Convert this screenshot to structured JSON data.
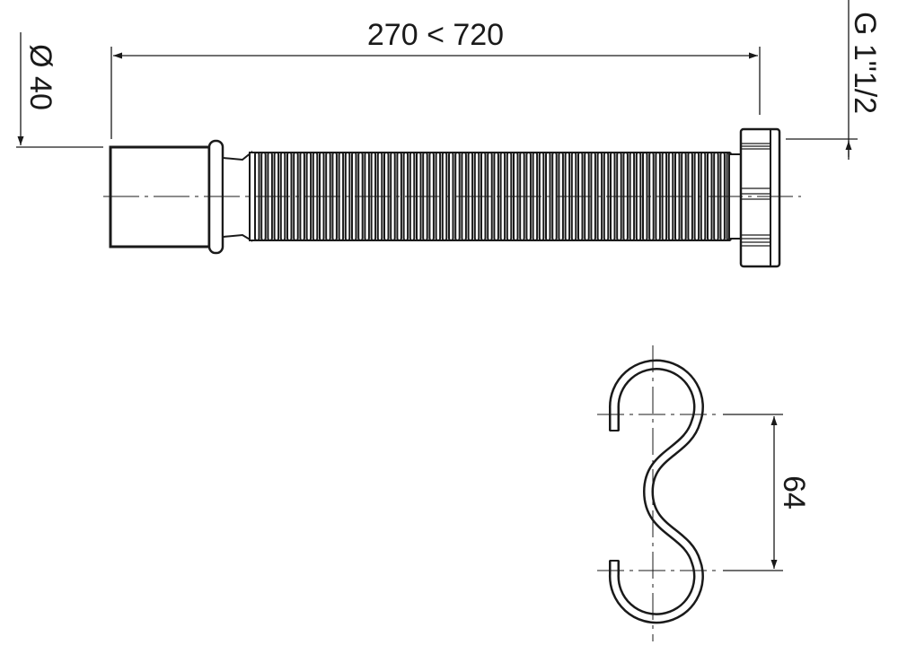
{
  "dimensions": {
    "length": "270 < 720",
    "diameter": "Ø 40",
    "thread": "G 1\"1/2",
    "hook_spacing": "64"
  },
  "colors": {
    "line": "#1a1a1a",
    "background": "#ffffff"
  }
}
